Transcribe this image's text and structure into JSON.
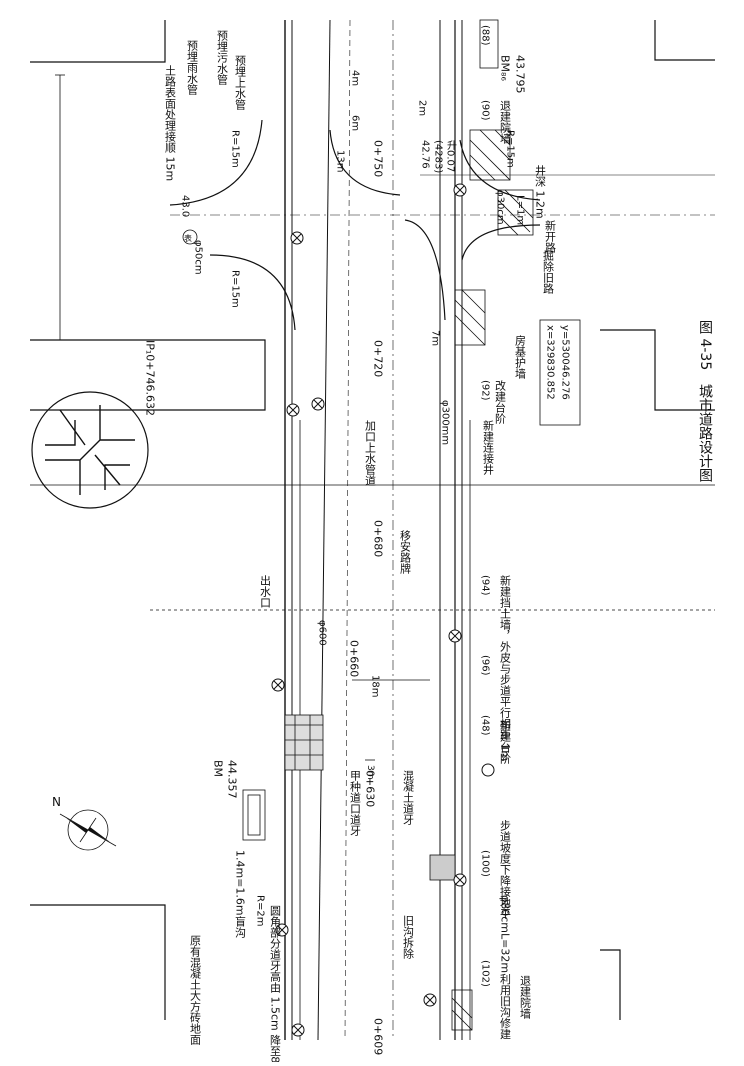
{
  "caption": "图 4-35　城市道路设计图",
  "stations": [
    "0+609",
    "0+630",
    "0+660",
    "0+680",
    "0+720",
    "0+750"
  ],
  "benchmarks": {
    "bm_left_label": "BM",
    "bm_left_elev": "44.357",
    "bm_right_label": "BM₈₆",
    "bm_right_elev": "43.795"
  },
  "ip_label": "IP₁0+746.632",
  "coords": {
    "x": "x=329830.852",
    "y": "y=530046.276"
  },
  "north_label": "N",
  "lot_numbers": [
    "(88)",
    "(90)",
    "(92)",
    "(94)",
    "(96)",
    "(48)",
    "(100)",
    "(102)"
  ],
  "dims": {
    "r15_top": "R=15m",
    "r15_mid": "R=15m",
    "r15_right": "R=15m",
    "r2": "R=2m",
    "d13": "13m",
    "d6": "6m",
    "d4": "4m",
    "d2": "2m",
    "d7": "7m",
    "d18": "18m",
    "d3": "3m",
    "phi600": "φ600",
    "phi50": "φ50cm",
    "phi300": "φ300mm",
    "phi30": "φ30cm",
    "l1": "L=1m",
    "elev_1": "42.76",
    "elev_2": "(4283)",
    "elev_3": "升0.07",
    "val_430": "43.0",
    "biao": "表"
  },
  "annotations": {
    "road_surface": "土路表面处理接顺 15m",
    "pre_storm": "预埋雨水管",
    "pre_sewer": "预埋污水管",
    "pre_supply": "预埋上水管",
    "setback": "退建院墙",
    "well_depth": "井深 1.2m",
    "new_road": "新开路",
    "dig_old": "掘除旧路",
    "retaining": "房基护墙",
    "rebuild_steps": "改建台阶",
    "new_well": "新建连接井",
    "add_supply": "加口上水管道",
    "move_pole": "移安路牌",
    "outlet": "出水口",
    "new_wall": "新建挡土墙，外皮与步道平行相距 1m",
    "new_steps": "新建台阶",
    "curb_a": "甲种道口道牙",
    "concrete_curb": "混凝土道牙",
    "sidewalk_slope": "步道坡度下降接地平",
    "ditch": "1.4m=1.6m盲沟",
    "curb_corner": "圆角部分道牙高由 1.5cm 降至8cm",
    "old_ditch": "旧沟拆除",
    "reuse_ditch": "φ80cmL=32m利用旧沟修建",
    "reset_wall": "退建院墙",
    "orig_ground": "原有混凝土大方砖地面"
  }
}
